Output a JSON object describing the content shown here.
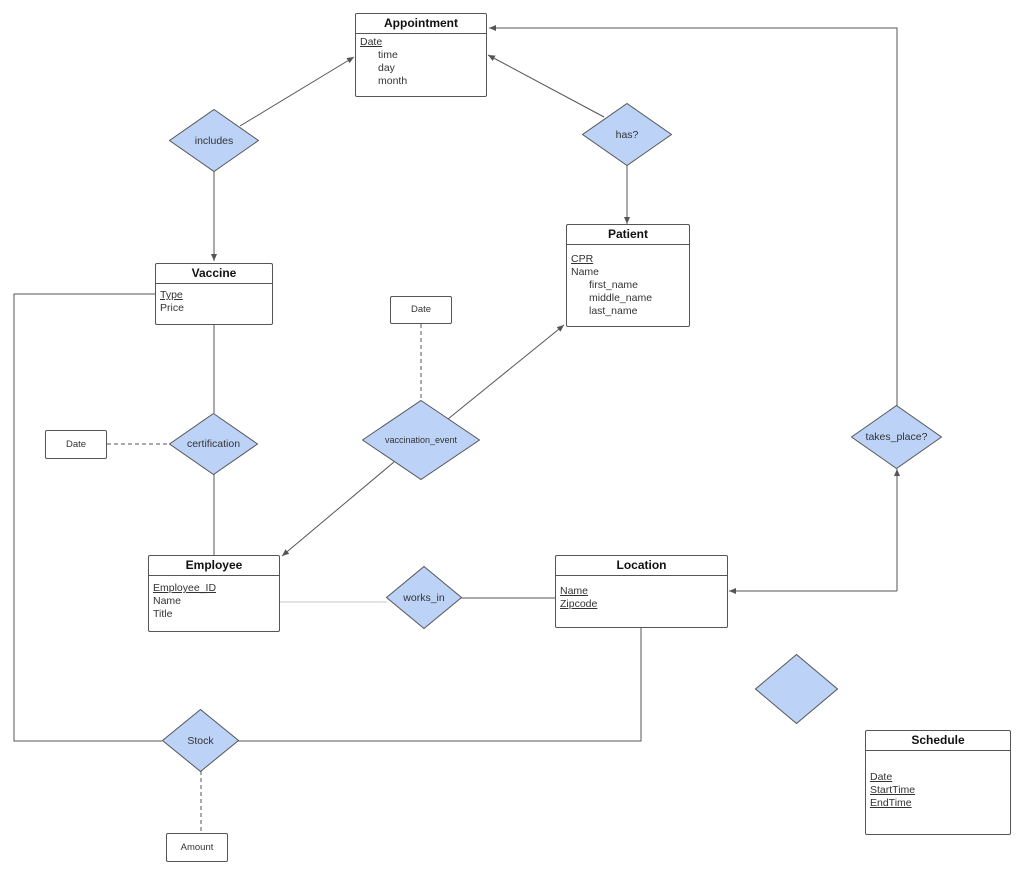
{
  "entities": {
    "appointment": {
      "title": "Appointment",
      "date": "Date",
      "time": "time",
      "day": "day",
      "month": "month"
    },
    "patient": {
      "title": "Patient",
      "cpr": "CPR",
      "name": "Name",
      "first_name": "first_name",
      "middle_name": "middle_name",
      "last_name": "last_name"
    },
    "vaccine": {
      "title": "Vaccine",
      "type": "Type",
      "price": "Price"
    },
    "employee": {
      "title": "Employee",
      "employee_id": "Employee_ID",
      "name": "Name",
      "title_attr": "Title"
    },
    "location": {
      "title": "Location",
      "name": "Name",
      "zipcode": "Zipcode"
    },
    "schedule": {
      "title": "Schedule",
      "date": "Date",
      "start_time": "StartTime",
      "end_time": "EndTime"
    }
  },
  "relationships": {
    "includes": "includes",
    "has": "has?",
    "certification": "certification",
    "vaccination_event": "vaccination_event",
    "takes_place": "takes_place?",
    "works_in": "works_in",
    "stock": "Stock",
    "unnamed": ""
  },
  "attributes": {
    "vaccination_date": "Date",
    "certification_date": "Date",
    "stock_amount": "Amount"
  },
  "colors": {
    "diamond_fill": "#bcd3f7",
    "diamond_stroke": "#555555",
    "line": "#555555"
  }
}
